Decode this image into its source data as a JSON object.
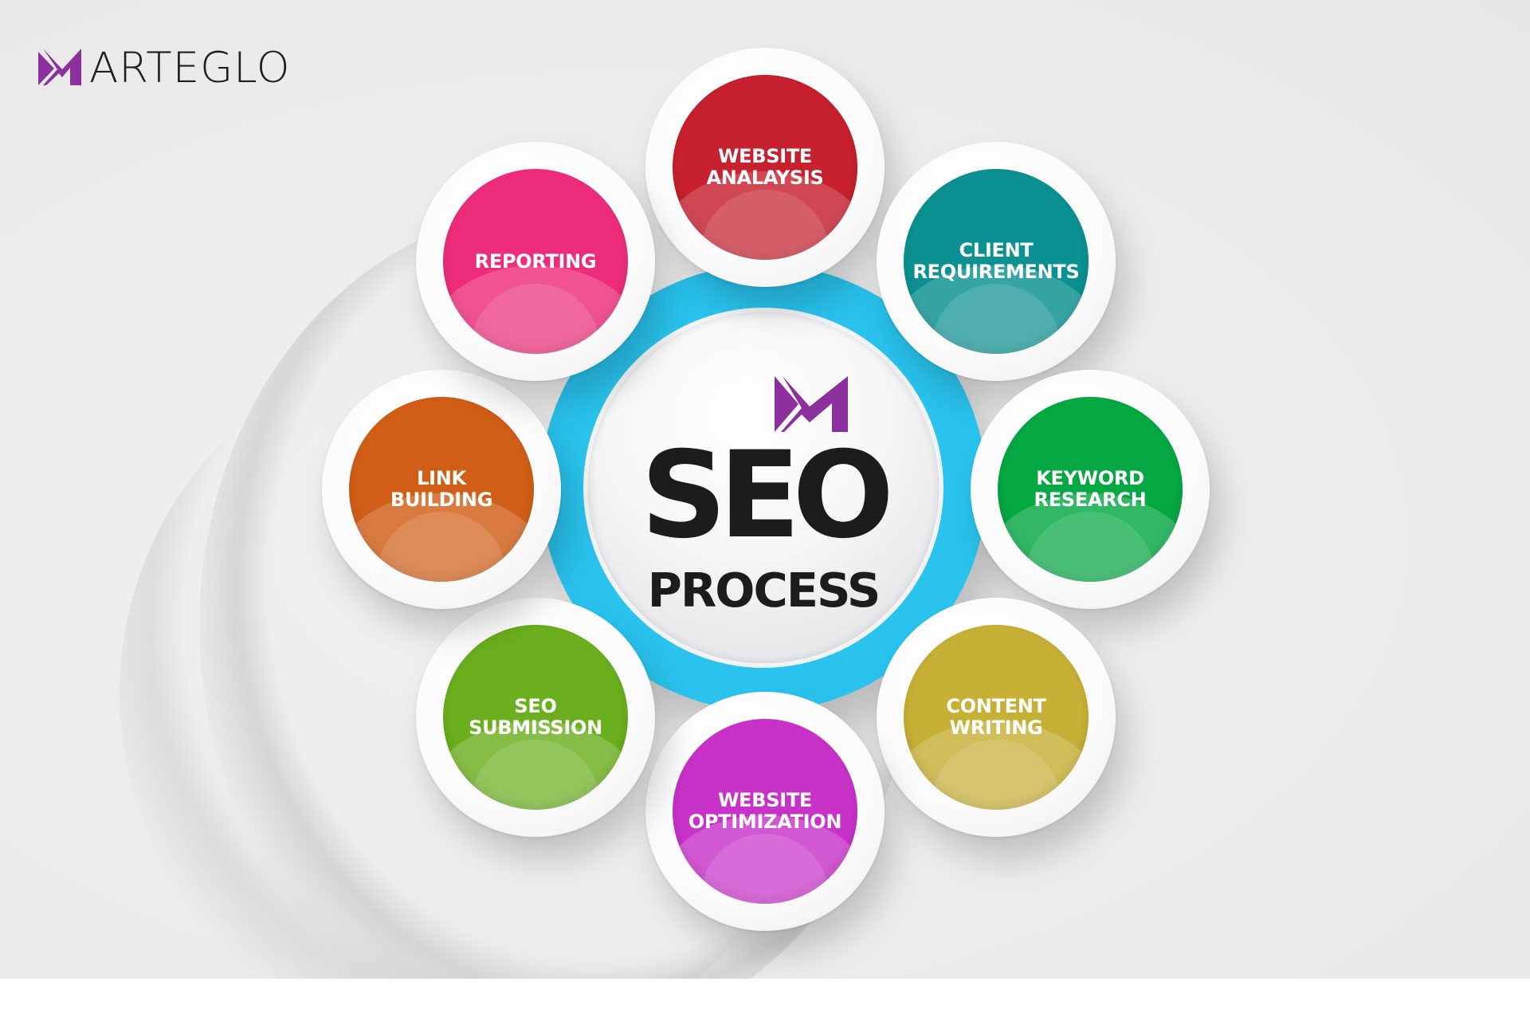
{
  "brand": {
    "name": "MARTEGLO",
    "letters_after_mark": "ARTEGLO",
    "mark_color": "#8e2f9e"
  },
  "hub": {
    "title": "SEO",
    "subtitle": "PROCESS",
    "ring_color": "#29c3ee"
  },
  "steps": [
    {
      "id": "website-analaysis",
      "label": "WEBSITE\nANALAYSIS",
      "color": "#c7202f"
    },
    {
      "id": "client-requirements",
      "label": "CLIENT\nREQUIREMENTS",
      "color": "#0b9191"
    },
    {
      "id": "keyword-research",
      "label": "KEYWORD\nRESEARCH",
      "color": "#05a843"
    },
    {
      "id": "content-writing",
      "label": "CONTENT\nWRITING",
      "color": "#c7b036"
    },
    {
      "id": "website-optimization",
      "label": "WEBSITE\nOPTIMIZATION",
      "color": "#c932c9"
    },
    {
      "id": "seo-submission",
      "label": "SEO\nSUBMISSION",
      "color": "#6baf1f"
    },
    {
      "id": "link-building",
      "label": "LINK\nBUILDING",
      "color": "#d15e17"
    },
    {
      "id": "reporting",
      "label": "REPORTING",
      "color": "#ed2d7b"
    }
  ]
}
